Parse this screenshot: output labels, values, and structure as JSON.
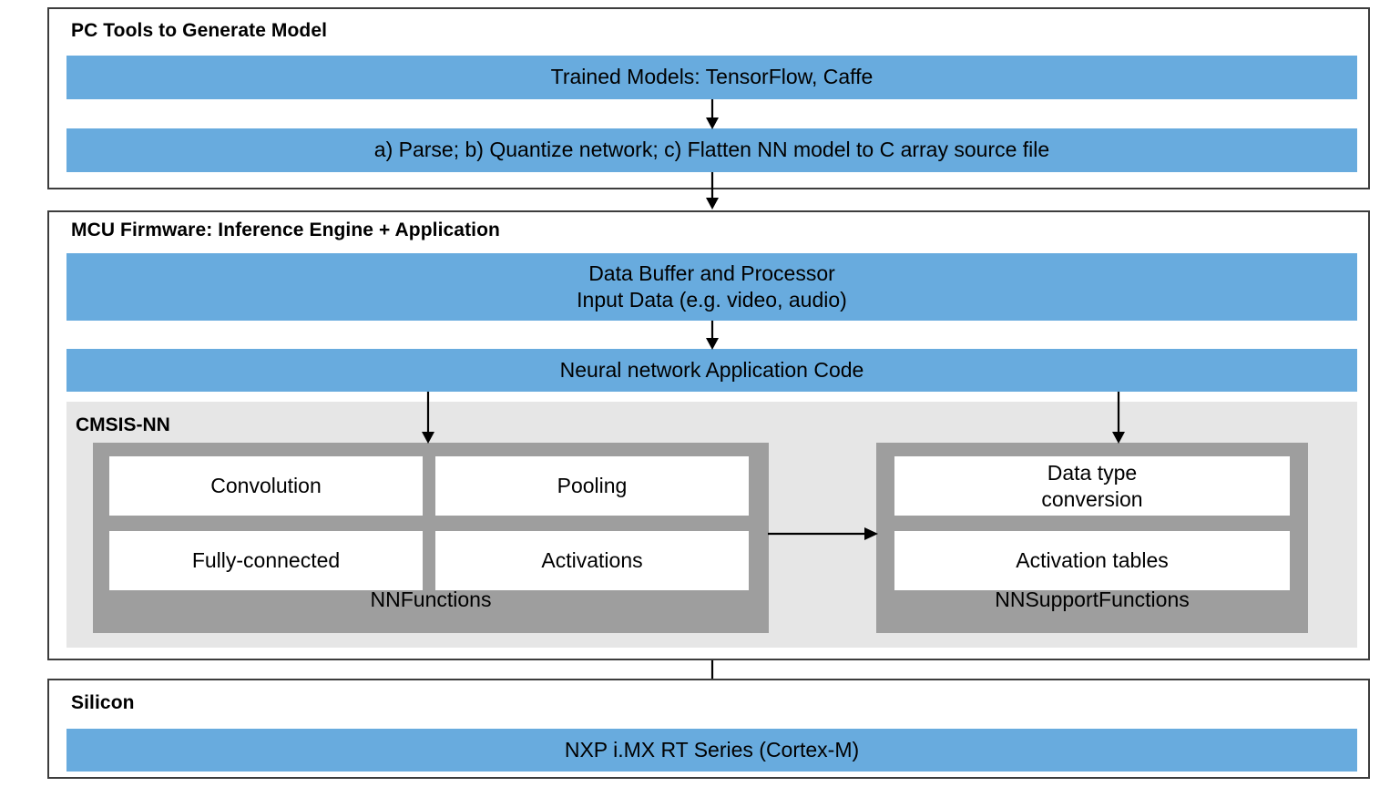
{
  "diagram": {
    "title_semantic": "cmsis-nn-mcu-stack-diagram",
    "colors": {
      "blue_bar": "#68ABDE",
      "panel_light_grey": "#E6E6E6",
      "group_grey": "#9E9E9E",
      "border_dark": "#3D3D3D",
      "text": "#000000",
      "cell_white": "#FFFFFF"
    },
    "sections": [
      {
        "id": "pc-tools",
        "title": "PC Tools to Generate Model",
        "bars": [
          {
            "id": "trained-models",
            "label": "Trained Models: TensorFlow, Caffe"
          },
          {
            "id": "parse-quantize-flatten",
            "label": "a) Parse; b) Quantize network; c) Flatten NN model to C array source file"
          }
        ]
      },
      {
        "id": "mcu-firmware",
        "title": "MCU Firmware: Inference Engine + Application",
        "bars": [
          {
            "id": "data-buffer-processor",
            "label": "Data Buffer and Processor\nInput Data (e.g. video, audio)"
          },
          {
            "id": "nn-application-code",
            "label": "Neural network Application Code"
          }
        ],
        "panel": {
          "id": "cmsis-nn",
          "title": "CMSIS-NN",
          "groups": [
            {
              "id": "nnfunctions",
              "label": "NNFunctions",
              "cells": [
                {
                  "id": "convolution",
                  "label": "Convolution"
                },
                {
                  "id": "pooling",
                  "label": "Pooling"
                },
                {
                  "id": "fully-connected",
                  "label": "Fully-connected"
                },
                {
                  "id": "activations",
                  "label": "Activations"
                }
              ]
            },
            {
              "id": "nnsupportfunctions",
              "label": "NNSupportFunctions",
              "cells": [
                {
                  "id": "data-type-conversion",
                  "label": "Data type\nconversion"
                },
                {
                  "id": "activation-tables",
                  "label": "Activation tables"
                }
              ]
            }
          ]
        }
      },
      {
        "id": "silicon",
        "title": "Silicon",
        "bars": [
          {
            "id": "nxp-imx-rt",
            "label": "NXP i.MX RT Series (Cortex-M)"
          }
        ]
      }
    ],
    "arrows": [
      {
        "id": "trained-models-to-parse",
        "direction": "down"
      },
      {
        "id": "pc-tools-to-mcu-firmware",
        "direction": "down"
      },
      {
        "id": "data-buffer-to-nn-code",
        "direction": "down"
      },
      {
        "id": "nn-code-to-nnfunctions",
        "direction": "down"
      },
      {
        "id": "nn-code-to-nnsupportfunctions",
        "direction": "down"
      },
      {
        "id": "nnfunctions-to-nnsupportfunctions",
        "direction": "right"
      },
      {
        "id": "mcu-firmware-to-silicon",
        "direction": "down"
      }
    ]
  }
}
